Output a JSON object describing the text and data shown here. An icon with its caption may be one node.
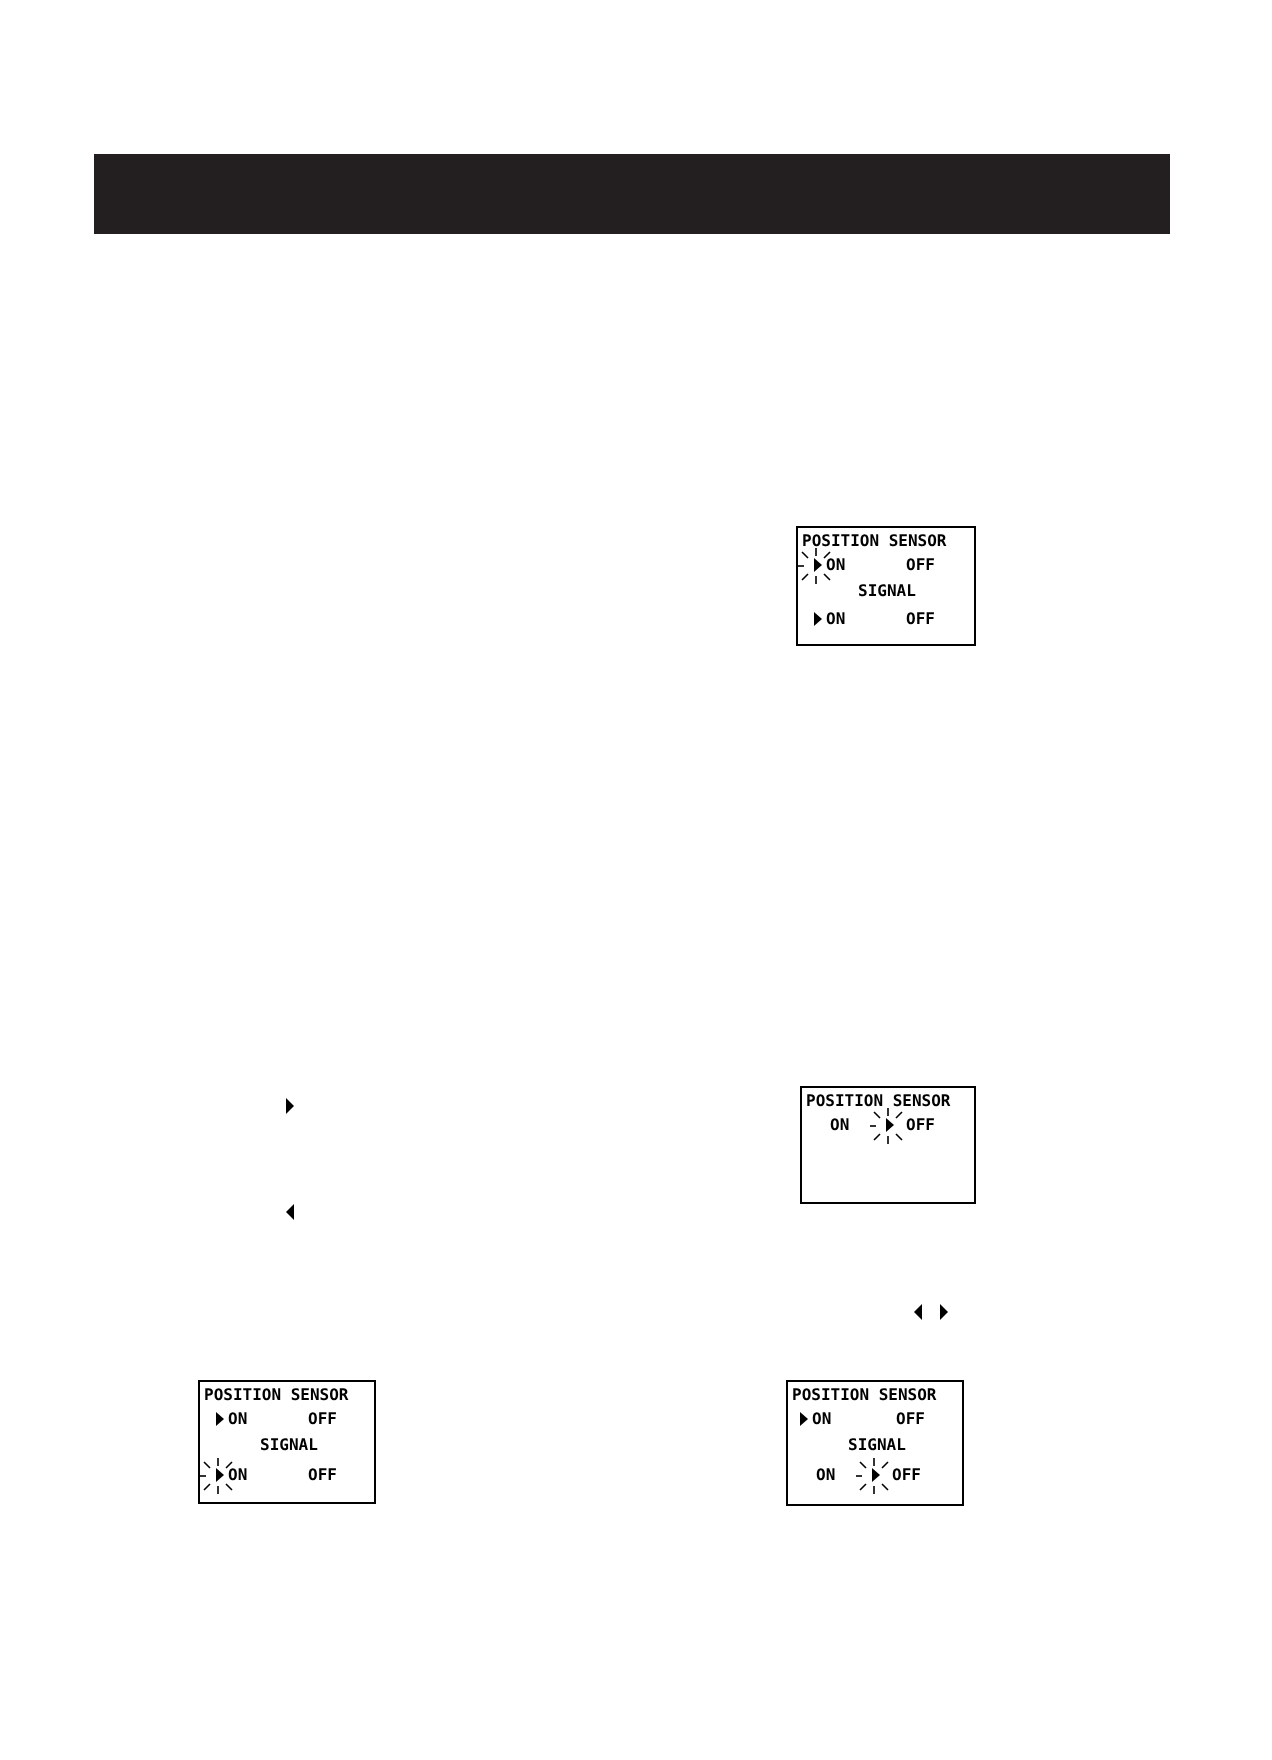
{
  "diagram": {
    "nodes": [
      {
        "text": [
          "POSITION SENSOR",
          "ON",
          "OFF",
          "SIGNAL",
          "ON",
          "OFF"
        ]
      },
      {
        "text": [
          "POSITION SENSOR",
          "ON",
          "OFF"
        ]
      },
      {
        "text": [
          "POSITION SENSOR",
          "ON",
          "OFF",
          "SIGNAL",
          "ON",
          "OFF"
        ]
      },
      {
        "text": [
          "POSITION SENSOR",
          "ON",
          "OFF",
          "SIGNAL",
          "ON",
          "OFF"
        ]
      }
    ]
  }
}
